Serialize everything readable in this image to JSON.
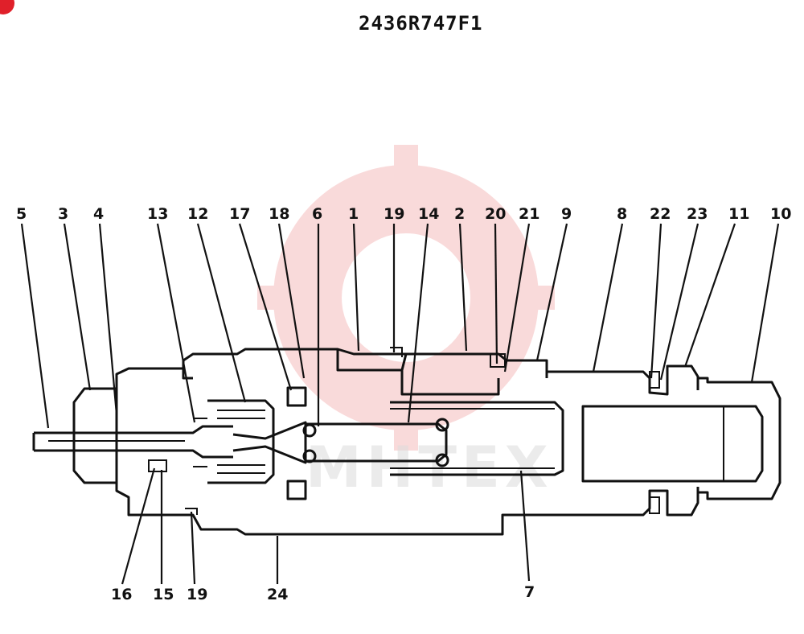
{
  "diagram": {
    "title": "2436R747F1",
    "watermark_text": "MHTEX",
    "top_labels": [
      "5",
      "3",
      "4",
      "13",
      "12",
      "17",
      "18",
      "6",
      "1",
      "19",
      "14",
      "2",
      "20",
      "21",
      "9",
      "8",
      "22",
      "23",
      "11",
      "10"
    ],
    "bottom_labels": [
      "16",
      "15",
      "19",
      "24",
      "7"
    ]
  },
  "colors": {
    "line": "#111111",
    "watermark": "#e85a5a",
    "brand_dot": "#e0202a"
  }
}
